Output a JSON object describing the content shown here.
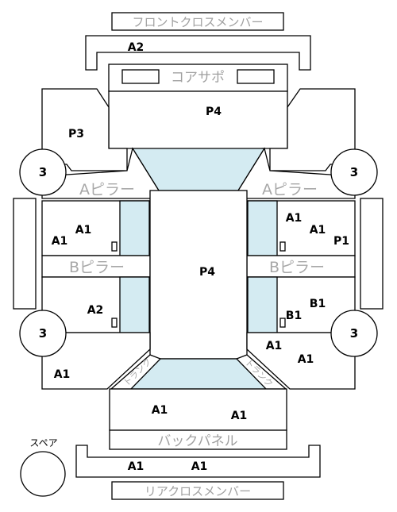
{
  "labels": {
    "front_cross_member": "フロントクロスメンバー",
    "core_support": "コアサポ",
    "a_pillar": "Aピラー",
    "b_pillar": "Bピラー",
    "back_panel": "バックパネル",
    "rear_cross_member": "リアクロスメンバー",
    "spare": "スペア",
    "trunk_left": "トランク",
    "trunk_right": "トランク"
  },
  "grades": {
    "front_member": "A2",
    "hood": "P4",
    "left_front_fender": "P3",
    "roof": "P4",
    "left_front_door_a": "A1",
    "left_front_door_b": "A1",
    "left_rear_door": "A2",
    "left_quarter": "A1",
    "right_front_door_a": "A1",
    "right_front_door_b": "A1",
    "right_front_door_c": "P1",
    "right_rear_door_a": "B1",
    "right_rear_door_b": "B1",
    "right_quarter_a": "A1",
    "right_quarter_b": "A1",
    "trunk_a": "A1",
    "trunk_b": "A1",
    "rear_member_a": "A1",
    "rear_member_b": "A1"
  },
  "wheels": {
    "front_left": "3",
    "front_right": "3",
    "rear_left": "3",
    "rear_right": "3"
  },
  "colors": {
    "glass": "#d4ebf2",
    "line": "#000000",
    "grey_text": "#a0a0a0"
  }
}
